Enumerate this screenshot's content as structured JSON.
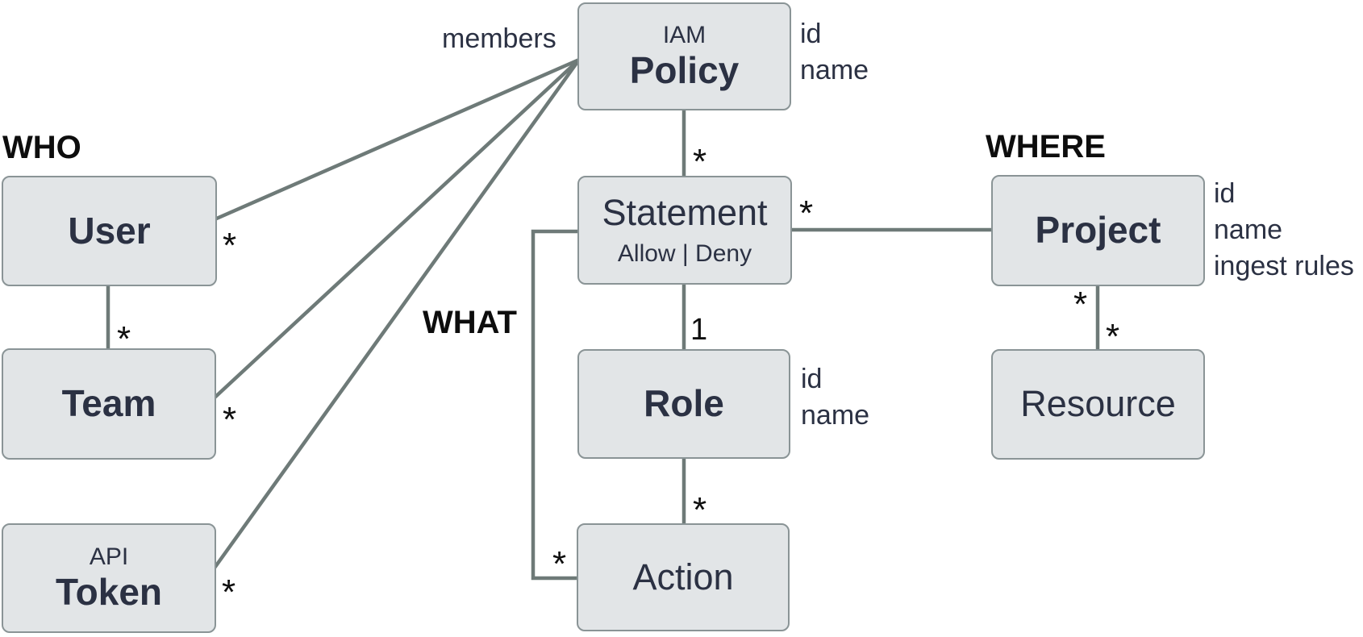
{
  "colors": {
    "box_fill": "#e2e5e7",
    "box_border": "#8a9496",
    "connector": "#6e7a78",
    "entity_text": "#2b3143",
    "label_text": "#0d0d0d",
    "background": "#ffffff"
  },
  "groups": {
    "who": {
      "label": "WHO"
    },
    "what": {
      "label": "WHAT"
    },
    "where": {
      "label": "WHERE"
    }
  },
  "entities": {
    "policy": {
      "kicker": "IAM",
      "name": "Policy",
      "attributes": [
        "id",
        "name"
      ]
    },
    "user": {
      "name": "User"
    },
    "team": {
      "name": "Team"
    },
    "token": {
      "kicker": "API",
      "name": "Token"
    },
    "statement": {
      "name": "Statement",
      "subtitle": "Allow | Deny"
    },
    "role": {
      "name": "Role",
      "attributes": [
        "id",
        "name"
      ]
    },
    "action": {
      "name": "Action"
    },
    "project": {
      "name": "Project",
      "attributes": [
        "id",
        "name",
        "ingest rules"
      ]
    },
    "resource": {
      "name": "Resource"
    }
  },
  "relationships": {
    "members_label": "members",
    "multiplicities": {
      "policy_user": "*",
      "policy_team": "*",
      "policy_token": "*",
      "user_team": "*",
      "policy_statement": "*",
      "statement_role": "1",
      "role_action": "*",
      "statement_action": "*",
      "statement_project": "*",
      "project_resource_project_end": "*",
      "project_resource_resource_end": "*"
    }
  }
}
